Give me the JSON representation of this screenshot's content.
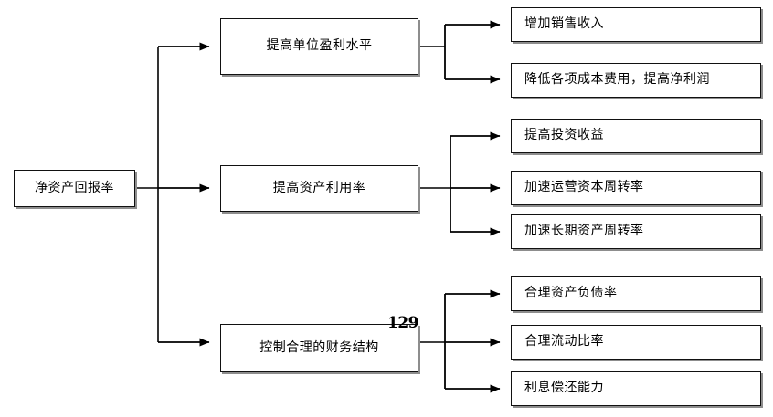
{
  "diagram": {
    "title_node": {
      "label": "净资产回报率"
    },
    "level2": [
      {
        "label": "提高单位盈利水平"
      },
      {
        "label": "提高资产利用率"
      },
      {
        "label": "控制合理的财务结构"
      }
    ],
    "level3": [
      {
        "label": "增加销售收入"
      },
      {
        "label": "降低各项成本费用，提高净利润"
      },
      {
        "label": "提高投资收益"
      },
      {
        "label": "加速运营资本周转率"
      },
      {
        "label": "加速长期资产周转率"
      },
      {
        "label": "合理资产负债率"
      },
      {
        "label": "合理流动比率"
      },
      {
        "label": "利息偿还能力"
      }
    ],
    "page_number": "129",
    "colors": {
      "line": "#000000",
      "box_border": "#111111",
      "box_shadow": "#8d8d8d",
      "background": "#ffffff",
      "text": "#000000"
    }
  }
}
